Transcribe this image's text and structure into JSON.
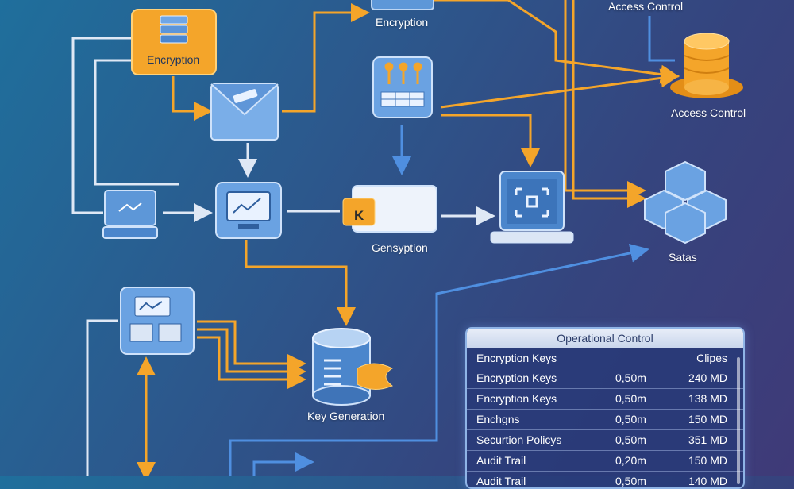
{
  "labels": {
    "encryption_box": "Encryption",
    "encryption_top": "Encryption",
    "access_control_top": "Access Control",
    "access_control": "Access Control",
    "gensyption": "Gensyption",
    "satas": "Satas",
    "key_generation": "Key Generation",
    "key_badge": "K"
  },
  "table": {
    "title": "Operational Control",
    "header_left": "Encryption Keys",
    "header_right": "Clipes",
    "rows": [
      {
        "name": "Encryption Keys",
        "time": "0,50m",
        "size": "240 MD"
      },
      {
        "name": "Encryption Keys",
        "time": "0,50m",
        "size": "138 MD"
      },
      {
        "name": "Enchgns",
        "time": "0,50m",
        "size": "150 MD"
      },
      {
        "name": "Securtion Policys",
        "time": "0,50m",
        "size": "351 MD"
      },
      {
        "name": "Audit Trail",
        "time": "0,20m",
        "size": "150 MD"
      },
      {
        "name": "Audit Trail",
        "time": "0,50m",
        "size": "140 MD"
      }
    ]
  },
  "colors": {
    "orange_arrow": "#f4a52a",
    "blue_arrow": "#4f8fe0",
    "white_arrow": "#dfe8f5",
    "node_blue": "#5d97d8",
    "node_orange": "#f4a52a"
  }
}
